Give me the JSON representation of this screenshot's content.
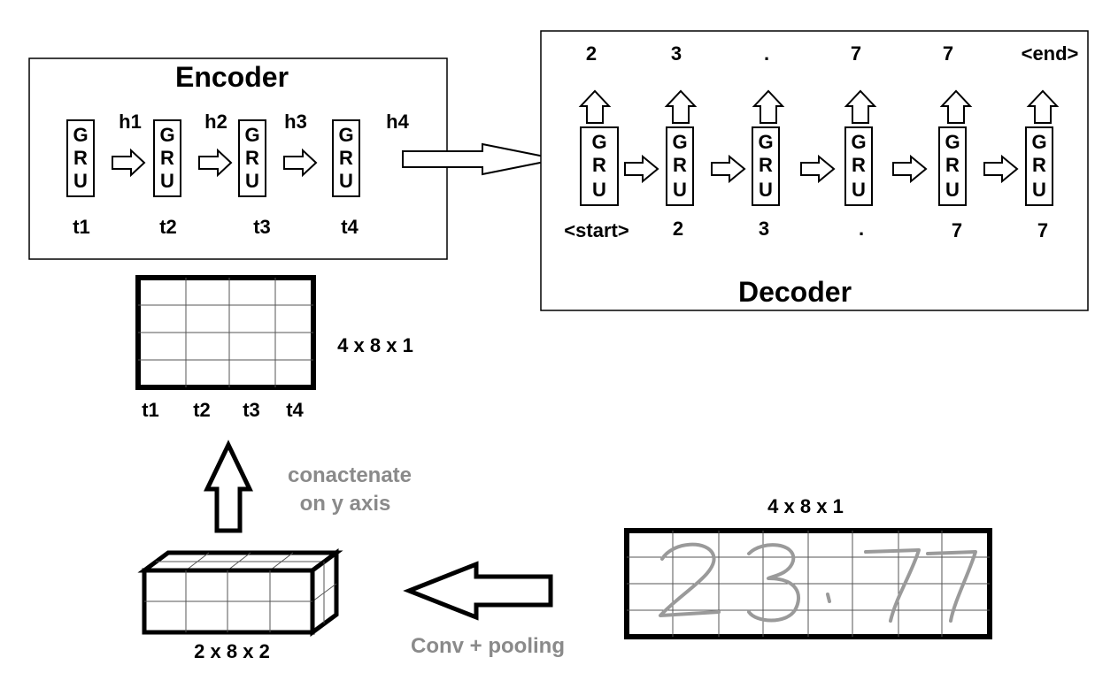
{
  "encoder": {
    "title": "Encoder",
    "cell_letters": [
      "G",
      "R",
      "U"
    ],
    "hidden_labels": [
      "h1",
      "h2",
      "h3",
      "h4"
    ],
    "time_labels": [
      "t1",
      "t2",
      "t3",
      "t4"
    ]
  },
  "decoder": {
    "title": "Decoder",
    "cell_letters": [
      "G",
      "R",
      "U"
    ],
    "outputs": [
      "2",
      "3",
      ".",
      "7",
      "7",
      "<end>"
    ],
    "inputs": [
      "<start>",
      "2",
      "3",
      ".",
      "7",
      "7"
    ]
  },
  "feature_map": {
    "dims": "4 x 8 x 1",
    "time_labels": [
      "t1",
      "t2",
      "t3",
      "t4"
    ]
  },
  "concat_note": {
    "line1": "conactenate",
    "line2": "on y axis"
  },
  "conv_block": {
    "dims": "2 x 8 x 2"
  },
  "conv_label": "Conv + pooling",
  "input_image": {
    "dims": "4 x 8 x 1",
    "handwritten_text": "23.77"
  },
  "colors": {
    "ink": "#000000",
    "note_gray": "#8a8a8a",
    "handwriting": "#9a9a9a",
    "grid": "#555555"
  }
}
